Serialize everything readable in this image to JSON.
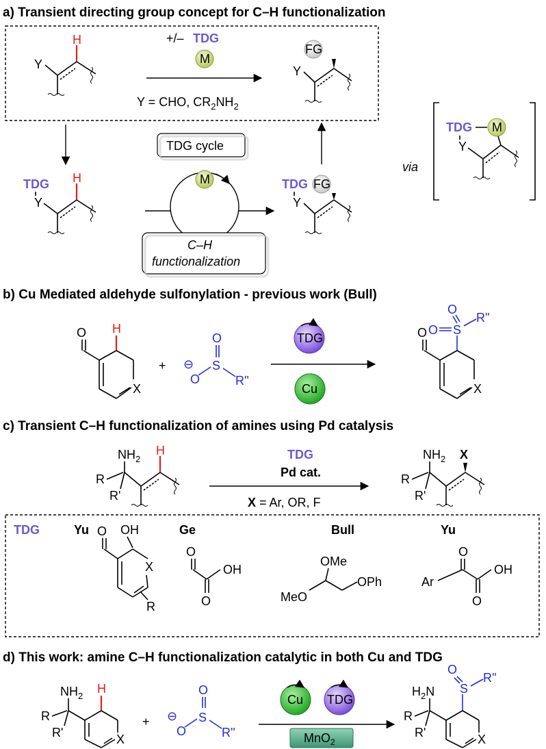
{
  "headers": {
    "a": "a) Transient directing group concept for C–H functionalization",
    "b": "b) Cu Mediated aldehyde sulfonylation - previous work (Bull)",
    "c": "c) Transient C–H functionalization of amines using Pd catalysis",
    "d": "d) This work: amine C–H functionalization catalytic in both Cu and TDG"
  },
  "panel_a": {
    "plus_minus": "+/–",
    "tdg": "TDG",
    "metal": "M",
    "y_def": "Y = CHO, CR",
    "y_def_sub": "2",
    "y_def_tail": "NH",
    "y_def_sub2": "2",
    "y": "Y",
    "h": "H",
    "fg": "FG",
    "cycle_label": "TDG cycle",
    "ch_line1": "C–H",
    "ch_line2": "functionalization",
    "via": "via"
  },
  "panel_b": {
    "o": "O",
    "h": "H",
    "x": "X",
    "plus": "+",
    "minus": "⊖",
    "s": "S",
    "r2": "R''",
    "tdg": "TDG",
    "cu": "Cu"
  },
  "panel_c": {
    "tdg": "TDG",
    "pd": "Pd cat.",
    "x_bold": "X",
    "x_def": " = Ar, OR,  F",
    "nh2": "NH",
    "nh2_sub": "2",
    "r": "R",
    "r1": "R'",
    "h": "H",
    "x": "X",
    "box_tdg": "TDG",
    "authors": [
      "Yu",
      "Ge",
      "Bull",
      "Yu"
    ],
    "oh": "OH",
    "o": "O",
    "ome": "OMe",
    "meo": "MeO",
    "oph": "OPh",
    "ar": "Ar"
  },
  "panel_d": {
    "nh2": "NH",
    "nh2_sub": "2",
    "h2n": "H",
    "h2n_sub": "2",
    "h2n_tail": "N",
    "r": "R",
    "r1": "R'",
    "h": "H",
    "x": "X",
    "plus": "+",
    "minus": "⊖",
    "o": "O",
    "s": "S",
    "r2": "R''",
    "cu": "Cu",
    "tdg": "TDG",
    "mno2": "MnO",
    "mno2_sub": "2"
  },
  "colors": {
    "tdg_purple": "#6a5acd",
    "h_red": "#e0201b",
    "sulfonyl_blue": "#1f2dd6",
    "metal_ball": "#c8d77a",
    "cu_green": "#3cc43c",
    "tdg_ball": "#9a6ee6",
    "mno2_teal": "#4fa889"
  }
}
